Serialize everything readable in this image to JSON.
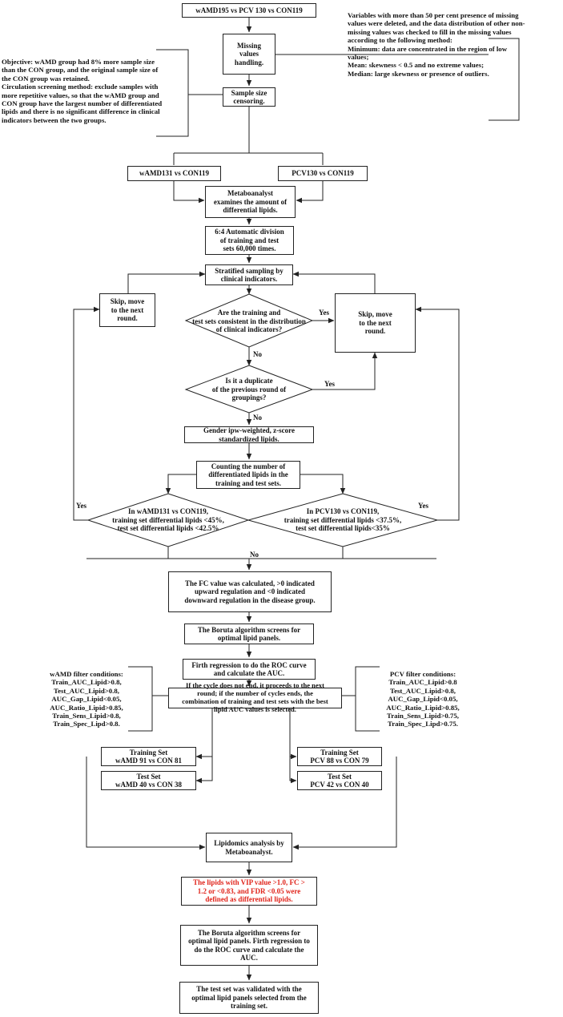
{
  "nodes": {
    "start": "wAMD195 vs PCV 130 vs CON119",
    "missing": [
      "Missing",
      "values",
      "handling."
    ],
    "sample": [
      "Sample size",
      "censoring."
    ],
    "wamd131": "wAMD131 vs CON119",
    "pcv130": "PCV130 vs CON119",
    "metabo1": [
      "Metaboanalyst",
      "examines the amount of",
      "differential lipids."
    ],
    "division": [
      "6:4 Automatic division",
      "of training and test",
      "sets 60,000 times."
    ],
    "stratified": [
      "Stratified sampling by",
      "clinical indicators."
    ],
    "skip_left": [
      "Skip, move",
      "to the next",
      "round."
    ],
    "skip_right": [
      "Skip, move",
      "to the next",
      "round."
    ],
    "consistent": [
      "Are the training and",
      "test sets consistent in the distribution",
      "of clinical indicators?"
    ],
    "duplicate": [
      "Is it a duplicate",
      "of the previous round of",
      "groupings?"
    ],
    "gender": "Gender ipw-weighted, z-score standardized lipids.",
    "counting": [
      "Counting the number of",
      "differentiated lipids in the",
      "training and test sets."
    ],
    "wamd_cond": [
      "In  wAMD131 vs CON119,",
      "training set differential lipids <45%,",
      "test set differential lipids <42.5%"
    ],
    "pcv_cond": [
      "In  PCV130 vs CON119,",
      "training set differential lipids <37.5%,",
      "test set differential lipids<35%"
    ],
    "fc": [
      "The FC value was calculated, >0 indicated",
      "upward regulation and <0 indicated",
      "downward regulation in the disease group."
    ],
    "boruta1": [
      "The Boruta algorithm screens for",
      "optimal lipid panels."
    ],
    "firth1": [
      "Firth regression to do the ROC curve",
      "and calculate the AUC."
    ],
    "cycle": [
      "If the cycle does not end, it proceeds to the next",
      "round; if the number of cycles ends, the",
      "combination of training and test sets with the best",
      "lipid AUC values is selected."
    ],
    "train_wamd": [
      "Training Set",
      "wAMD 91 vs CON 81"
    ],
    "test_wamd": [
      "Test Set",
      "wAMD 40 vs CON 38"
    ],
    "train_pcv": [
      "Training Set",
      "PCV 88 vs CON 79"
    ],
    "test_pcv": [
      "Test Set",
      "PCV 42 vs CON 40"
    ],
    "lipidomics": [
      "Lipidomics analysis by",
      "Metaboanalyst."
    ],
    "criteria": [
      "The lipids with VIP value >1.0, FC >",
      "1.2 or <0.83, and FDR <0.05 were",
      "defined as differential lipids."
    ],
    "boruta2": [
      "The Boruta algorithm screens for",
      "optimal lipid panels. Firth regression to",
      "do the ROC curve and calculate the",
      "AUC."
    ],
    "validated": [
      "The test set was validated with the",
      "optimal lipid panels selected from the",
      "training set."
    ]
  },
  "notes": {
    "missing_note": [
      "Variables with more than 50 per cent presence of missing",
      "values were deleted, and the data distribution of other non-",
      "missing values was checked to fill in the missing values",
      "according to the following method:",
      "Minimum: data are concentrated in the region of low",
      "values;",
      "Mean: skewness < 0.5 and no extreme values;",
      "Median: large skewness or presence of outliers."
    ],
    "objective_note": [
      "Objective: wAMD group had 8% more sample size",
      "than the CON group, and the original sample size of",
      "the CON group was retained.",
      "Circulation screening method: exclude samples with",
      "more repetitive values, so that the wAMD group and",
      "CON group have the largest number of differentiated",
      "lipids and there is no significant difference in clinical",
      "indicators between the two groups."
    ],
    "wamd_filter": [
      "wAMD filter conditions:",
      "Train_AUC_Lipid>0.8,",
      "Test_AUC_Lipid>0.8,",
      "AUC_Gap_Lipid<0.05,",
      "AUC_Ratio_Lipid>0.85,",
      "Train_Sens_Lipid>0.8,",
      "Train_Spec_Lipd>0.8."
    ],
    "pcv_filter": [
      "PCV filter conditions:",
      "Train_AUC_Lipid>0.8",
      "Test_AUC_Lipid>0.8,",
      "AUC_Gap_Lipid<0.05,",
      "AUC_Ratio_Lipid>0.85,",
      "Train_Sens_Lipid>0.75,",
      "Train_Spec_Lipd>0.75."
    ]
  },
  "labels": {
    "yes_consistent": "Yes",
    "no_consistent": "No",
    "yes_duplicate": "Yes",
    "no_duplicate": "No",
    "yes_wamd": "Yes",
    "yes_pcv": "Yes",
    "no_merge": "No"
  },
  "colors": {
    "line": "#222222",
    "highlight_text": "#e0241b"
  }
}
